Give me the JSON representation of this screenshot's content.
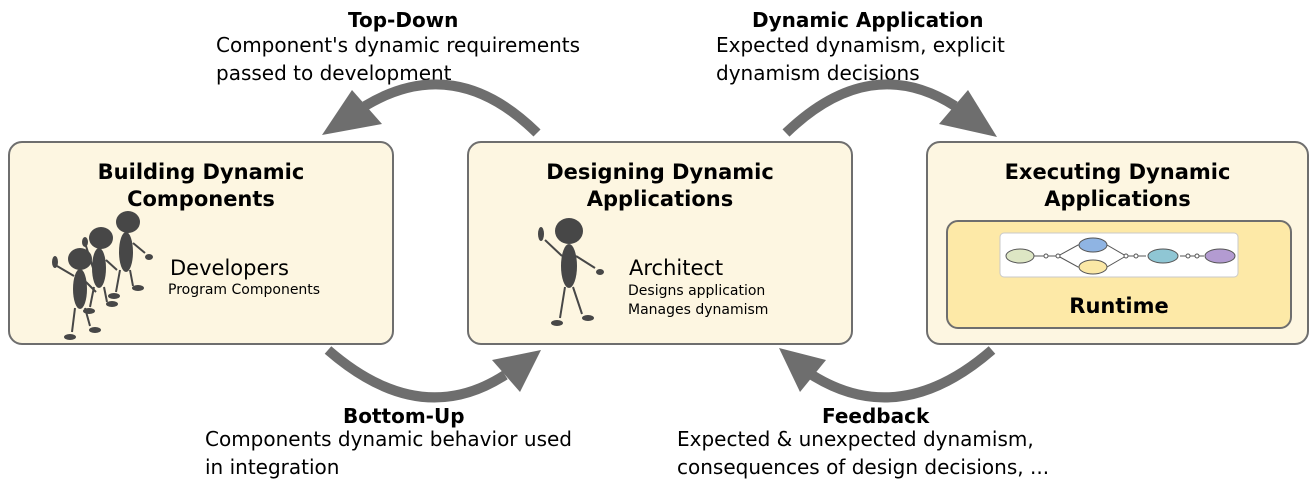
{
  "flows": {
    "top_down": {
      "title": "Top-Down",
      "desc_line1": "Component's dynamic requirements",
      "desc_line2": "passed to development"
    },
    "dynamic_application": {
      "title": "Dynamic Application",
      "desc_line1": "Expected dynamism, explicit",
      "desc_line2": "dynamism decisions"
    },
    "bottom_up": {
      "title": "Bottom-Up",
      "desc_line1": "Components dynamic behavior used",
      "desc_line2": "in integration"
    },
    "feedback": {
      "title": "Feedback",
      "desc_line1": "Expected & unexpected dynamism,",
      "desc_line2": "consequences of design decisions, ..."
    }
  },
  "boxes": {
    "building": {
      "title_line1": "Building Dynamic",
      "title_line2": "Components",
      "role": "Developers",
      "role_sub1": "Program Components"
    },
    "designing": {
      "title_line1": "Designing Dynamic",
      "title_line2": "Applications",
      "role": "Architect",
      "role_sub1": "Designs application",
      "role_sub2": "Manages dynamism"
    },
    "executing": {
      "title_line1": "Executing Dynamic",
      "title_line2": "Applications",
      "runtime_label": "Runtime"
    }
  },
  "colors": {
    "box_fill": "#fdf6e1",
    "runtime_fill": "#fde9a7",
    "arrow": "#6e6e6e",
    "figure": "#474747",
    "node_green": "#dde6c4",
    "node_blue": "#8fb4e3",
    "node_yellow": "#fbe8a6",
    "node_teal": "#8fc6d4",
    "node_purple": "#b39bd1"
  }
}
